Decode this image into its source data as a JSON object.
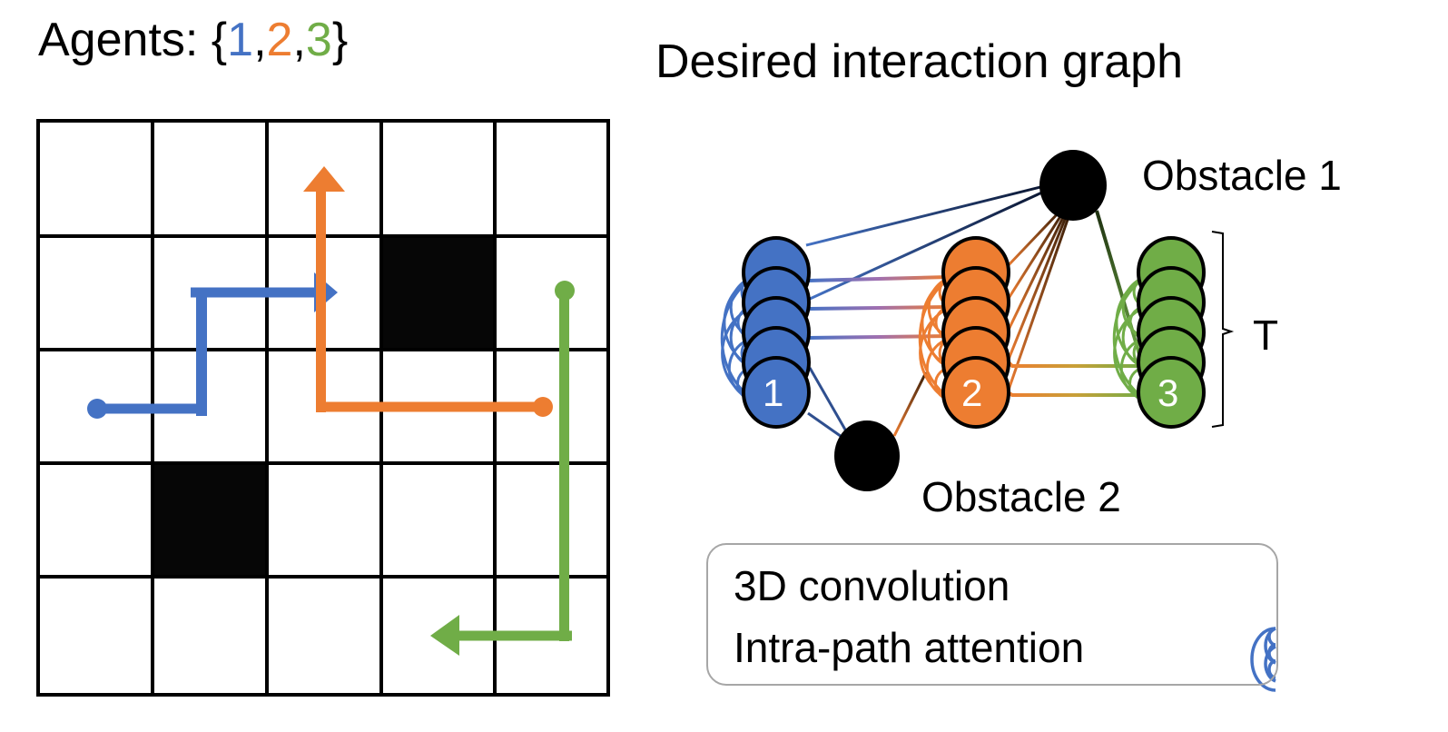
{
  "left_panel": {
    "title_prefix": "Agents: {",
    "agents": [
      {
        "label": "1",
        "color": "#4472c4"
      },
      {
        "label": "2",
        "color": "#ed7d31"
      },
      {
        "label": "3",
        "color": "#70ad47"
      }
    ],
    "separator": ",",
    "title_suffix": "}",
    "grid": {
      "rows": 5,
      "cols": 5,
      "obstacles": [
        [
          1,
          3
        ],
        [
          3,
          1
        ]
      ]
    },
    "paths": [
      {
        "agent": "1",
        "color": "#4472c4",
        "description": "start (row2,col0) → right → up to row1 → right arrow into col2"
      },
      {
        "agent": "2",
        "color": "#ed7d31",
        "description": "start (row2,col4) → left to col2 → up arrow to row0"
      },
      {
        "agent": "3",
        "color": "#70ad47",
        "description": "start (row1,col4) → down to row4 → left arrow to col3"
      }
    ]
  },
  "right_panel": {
    "title": "Desired interaction graph",
    "obstacle1_label": "Obstacle 1",
    "obstacle2_label": "Obstacle 2",
    "time_label": "T",
    "node_labels": [
      "1",
      "2",
      "3"
    ],
    "colors": {
      "agent1": "#4472c4",
      "agent2": "#ed7d31",
      "agent3": "#70ad47",
      "obstacle": "#000000"
    }
  },
  "legend": {
    "items": [
      {
        "label": "3D convolution",
        "icon": "gradient-lines-icon"
      },
      {
        "label": "Intra-path attention",
        "icon": "attention-arcs-icon"
      }
    ]
  }
}
